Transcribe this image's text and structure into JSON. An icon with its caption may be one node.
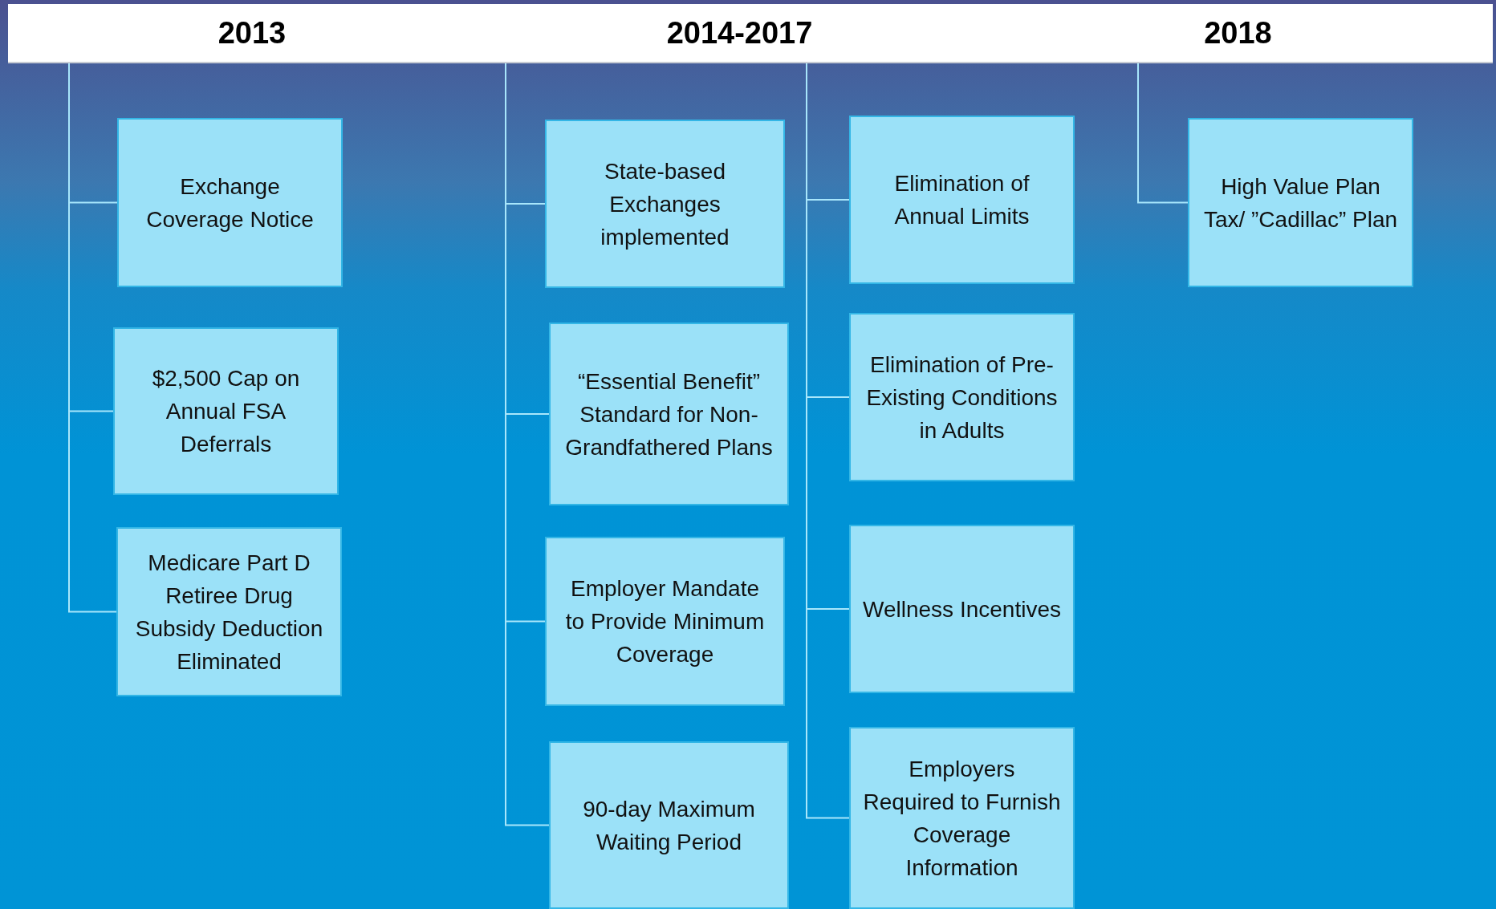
{
  "diagram": {
    "nodes": [
      {
        "text": [
          "2013",
          "2014-2017",
          "2018"
        ]
      },
      {
        "text": [
          "Exchange Coverage Notice"
        ]
      },
      {
        "text": [
          "$2,500 Cap on Annual FSA Deferrals"
        ]
      },
      {
        "text": [
          "Medicare Part D Retiree Drug Subsidy Deduction Eliminated"
        ]
      },
      {
        "text": [
          "State-based Exchanges implemented"
        ]
      },
      {
        "text": [
          "“Essential Benefit” Standard for Non-Grandfathered Plans"
        ]
      },
      {
        "text": [
          "Employer Mandate to Provide Minimum Coverage"
        ]
      },
      {
        "text": [
          "90-day Maximum Waiting Period"
        ]
      },
      {
        "text": [
          "Elimination of Annual Limits"
        ]
      },
      {
        "text": [
          "Elimination of Pre-Existing Conditions in Adults"
        ]
      },
      {
        "text": [
          "Wellness Incentives"
        ]
      },
      {
        "text": [
          "Employers Required to Furnish Coverage Information"
        ]
      },
      {
        "text": [
          "High Value Plan Tax/ ”Cadillac” Plan"
        ]
      }
    ],
    "edges": [
      {
        "from": 0,
        "to": 1,
        "arrow": "none"
      },
      {
        "from": 0,
        "to": 2,
        "arrow": "none"
      },
      {
        "from": 0,
        "to": 3,
        "arrow": "none"
      },
      {
        "from": 0,
        "to": 4,
        "arrow": "none"
      },
      {
        "from": 0,
        "to": 5,
        "arrow": "none"
      },
      {
        "from": 0,
        "to": 6,
        "arrow": "none"
      },
      {
        "from": 0,
        "to": 7,
        "arrow": "none"
      },
      {
        "from": 0,
        "to": 8,
        "arrow": "none"
      },
      {
        "from": 0,
        "to": 9,
        "arrow": "none"
      },
      {
        "from": 0,
        "to": 10,
        "arrow": "none"
      },
      {
        "from": 0,
        "to": 11,
        "arrow": "none"
      },
      {
        "from": 0,
        "to": 12,
        "arrow": "none"
      }
    ]
  }
}
